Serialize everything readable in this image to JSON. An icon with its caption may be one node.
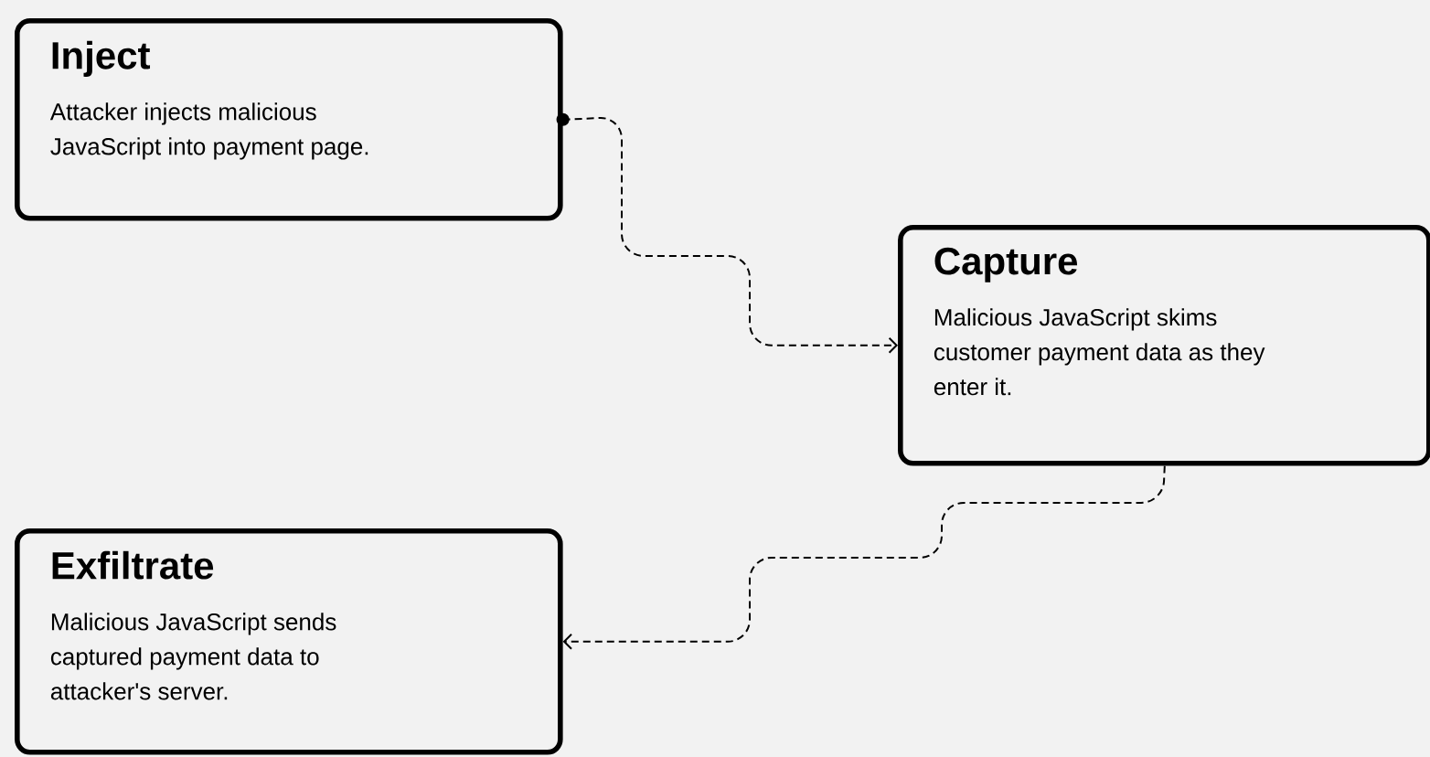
{
  "diagram": {
    "nodes": [
      {
        "text": [
          "Inject",
          "Attacker injects malicious JavaScript into payment page."
        ]
      },
      {
        "text": [
          "Capture",
          "Malicious JavaScript skims customer payment data as they enter it."
        ]
      },
      {
        "text": [
          "Exfiltrate",
          "Malicious JavaScript sends captured payment data to attacker's server."
        ]
      }
    ],
    "edges": [
      {
        "from": 0,
        "to": 1,
        "arrow": "to",
        "style": "dashed"
      },
      {
        "from": 1,
        "to": 2,
        "arrow": "to",
        "style": "dashed"
      }
    ]
  }
}
